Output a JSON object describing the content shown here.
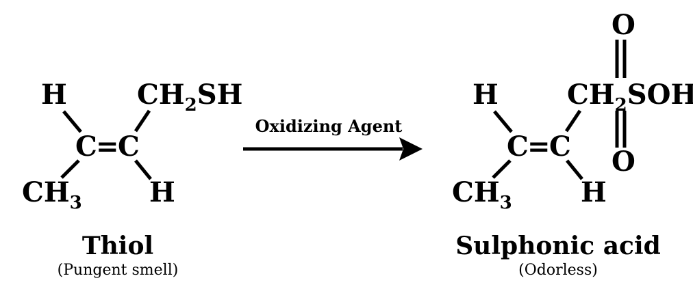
{
  "reactant": {
    "h_top": "H",
    "c_left": "C",
    "c_right": "C",
    "double_bond": "=",
    "substituent_main": "CH",
    "substituent_sub": "2",
    "substituent_tail": "SH",
    "methyl_main": "CH",
    "methyl_sub": "3",
    "h_bottom": "H",
    "name": "Thiol",
    "note": "(Pungent smell)"
  },
  "reagent": "Oxidizing Agent",
  "product": {
    "h_top": "H",
    "c_left": "C",
    "c_right": "C",
    "double_bond": "=",
    "substituent_main": "CH",
    "substituent_sub": "2",
    "substituent_tail": "SOH",
    "oxygen_top": "O",
    "oxygen_bottom": "O",
    "methyl_main": "CH",
    "methyl_sub": "3",
    "h_bottom": "H",
    "name": "Sulphonic acid",
    "note": "(Odorless)"
  }
}
